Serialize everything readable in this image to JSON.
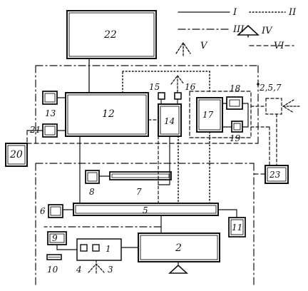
{
  "diagram": {
    "blocks": [
      {
        "id": "b22",
        "label": "22"
      },
      {
        "id": "b12",
        "label": "12"
      },
      {
        "id": "b13",
        "label": "13"
      },
      {
        "id": "b21",
        "label": "21"
      },
      {
        "id": "b20",
        "label": "20"
      },
      {
        "id": "b14",
        "label": "14"
      },
      {
        "id": "b15",
        "label": "15"
      },
      {
        "id": "b16",
        "label": "16"
      },
      {
        "id": "b17",
        "label": "17"
      },
      {
        "id": "b18",
        "label": "18"
      },
      {
        "id": "b19",
        "label": "19"
      },
      {
        "id": "b23",
        "label": "23"
      },
      {
        "id": "b8",
        "label": "8"
      },
      {
        "id": "b7",
        "label": "7"
      },
      {
        "id": "b6",
        "label": "6"
      },
      {
        "id": "b5",
        "label": "5"
      },
      {
        "id": "b11",
        "label": "11"
      },
      {
        "id": "b9",
        "label": "9"
      },
      {
        "id": "b1",
        "label": "1"
      },
      {
        "id": "b2",
        "label": "2"
      },
      {
        "id": "b10",
        "label": "10"
      },
      {
        "id": "b4",
        "label": "4"
      },
      {
        "id": "b3",
        "label": "3"
      }
    ],
    "external_label": "2,5,7",
    "legend": [
      {
        "symbol": "solid-line",
        "label": "I"
      },
      {
        "symbol": "dotted-line",
        "label": "II"
      },
      {
        "symbol": "dash-dot-line",
        "label": "III"
      },
      {
        "symbol": "triangle",
        "label": "IV"
      },
      {
        "symbol": "dashed-antenna",
        "label": "V"
      },
      {
        "symbol": "dashed-line",
        "label": "VI"
      }
    ]
  }
}
